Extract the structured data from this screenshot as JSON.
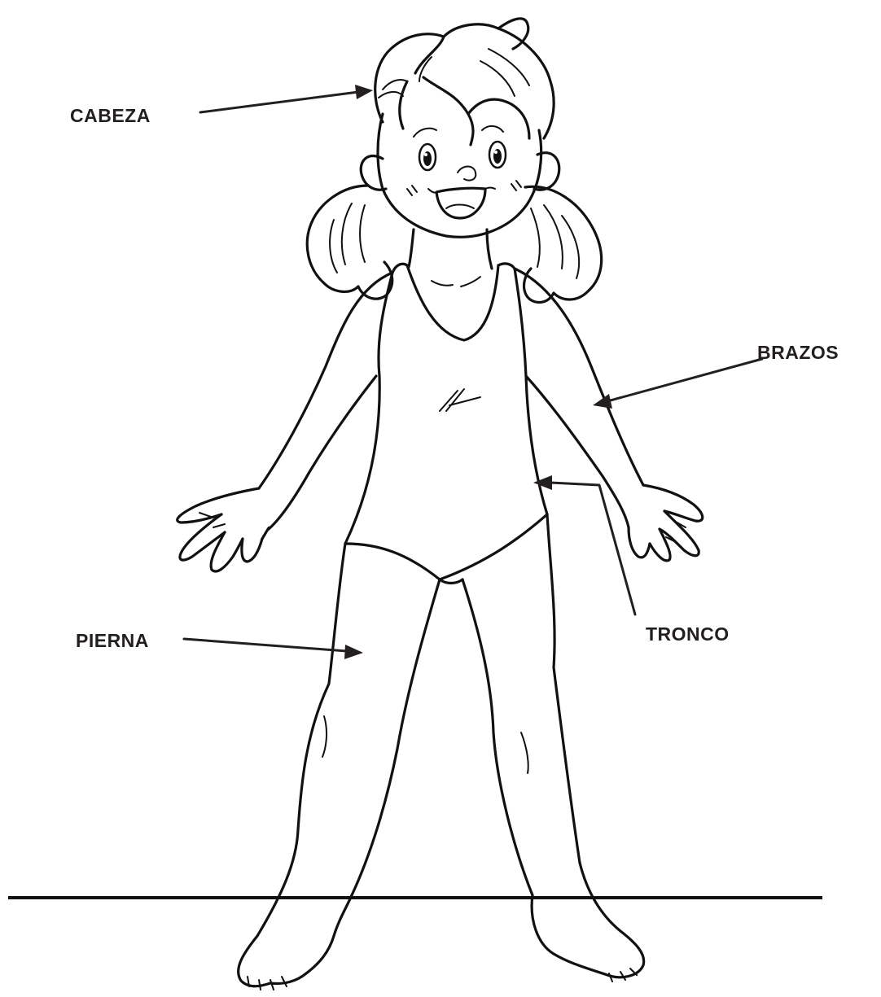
{
  "labels": {
    "head": "CABEZA",
    "arms": "BRAZOS",
    "trunk": "TRONCO",
    "leg": "PIERNA"
  },
  "colors": {
    "ink": "#111111",
    "label": "#231f20",
    "background": "#ffffff"
  }
}
